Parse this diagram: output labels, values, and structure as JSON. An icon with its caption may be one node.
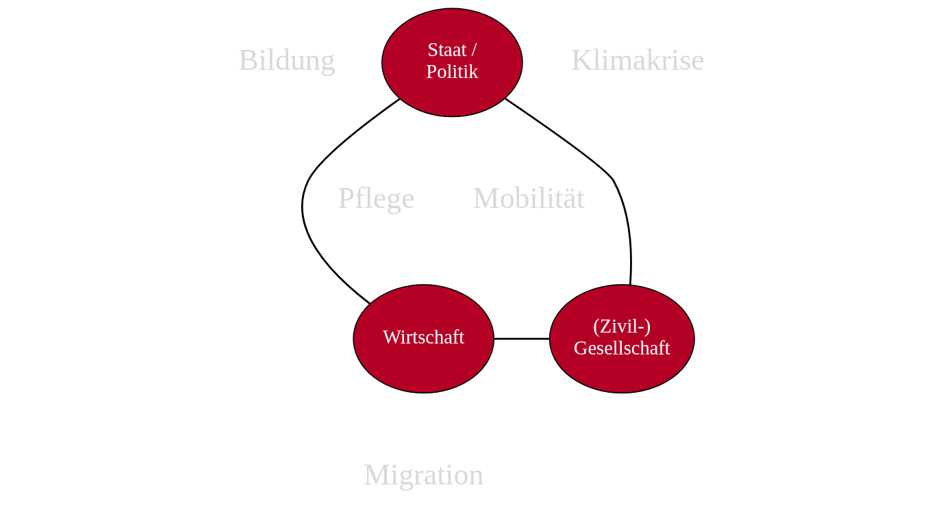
{
  "diagram": {
    "nodes": [
      {
        "text": [
          "Staat / Politik"
        ]
      },
      {
        "text": [
          "Wirtschaft"
        ]
      },
      {
        "text": [
          "(Zivil-) Gesellschaft"
        ]
      }
    ],
    "edges": [
      {
        "from": 0,
        "to": 1,
        "arrow": "none"
      },
      {
        "from": 0,
        "to": 2,
        "arrow": "none"
      },
      {
        "from": 1,
        "to": 2,
        "arrow": "none"
      }
    ],
    "labels": [
      "Bildung",
      "Klimakrise",
      "Pflege",
      "Mobilität",
      "Migration"
    ]
  }
}
